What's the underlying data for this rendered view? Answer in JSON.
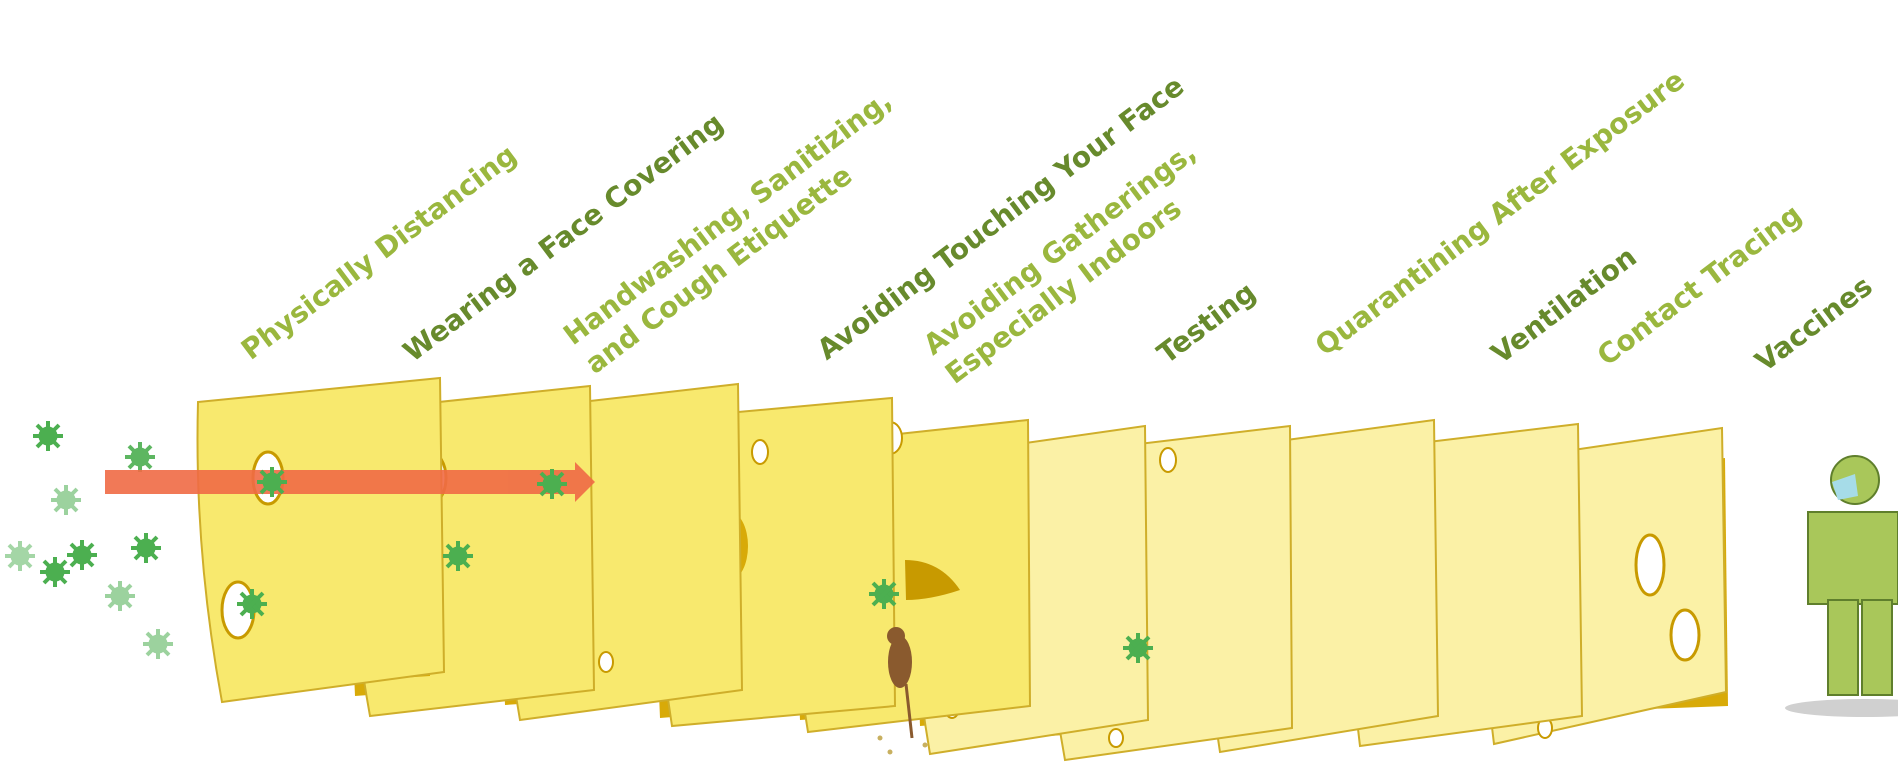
{
  "layers": [
    {
      "lines": [
        "Physically Distancing"
      ],
      "tone": "light"
    },
    {
      "lines": [
        "Wearing a Face Covering"
      ],
      "tone": "dark"
    },
    {
      "lines": [
        "Handwashing, Sanitizing,",
        "and Cough Etiquette"
      ],
      "tone": "light"
    },
    {
      "lines": [
        "Avoiding Touching Your Face"
      ],
      "tone": "dark"
    },
    {
      "lines": [
        "Avoiding Gatherings,",
        "Especially Indoors"
      ],
      "tone": "light"
    },
    {
      "lines": [
        "Testing"
      ],
      "tone": "dark"
    },
    {
      "lines": [
        "Quarantining After Exposure"
      ],
      "tone": "light"
    },
    {
      "lines": [
        "Ventilation"
      ],
      "tone": "dark"
    },
    {
      "lines": [
        "Contact Tracing"
      ],
      "tone": "light"
    },
    {
      "lines": [
        "Vaccines"
      ],
      "tone": "dark"
    }
  ],
  "colors": {
    "label_light": "#9ab73e",
    "label_dark": "#678a2c",
    "cheese_face": "#f8e96e",
    "cheese_face_pale": "#fbf1a6",
    "cheese_side": "#d8aa08",
    "virus": "#4caf50",
    "arrow": "#f06a45",
    "person": "#a9c75a",
    "mask": "#a6dce8",
    "mouse": "#8a5a2e"
  }
}
